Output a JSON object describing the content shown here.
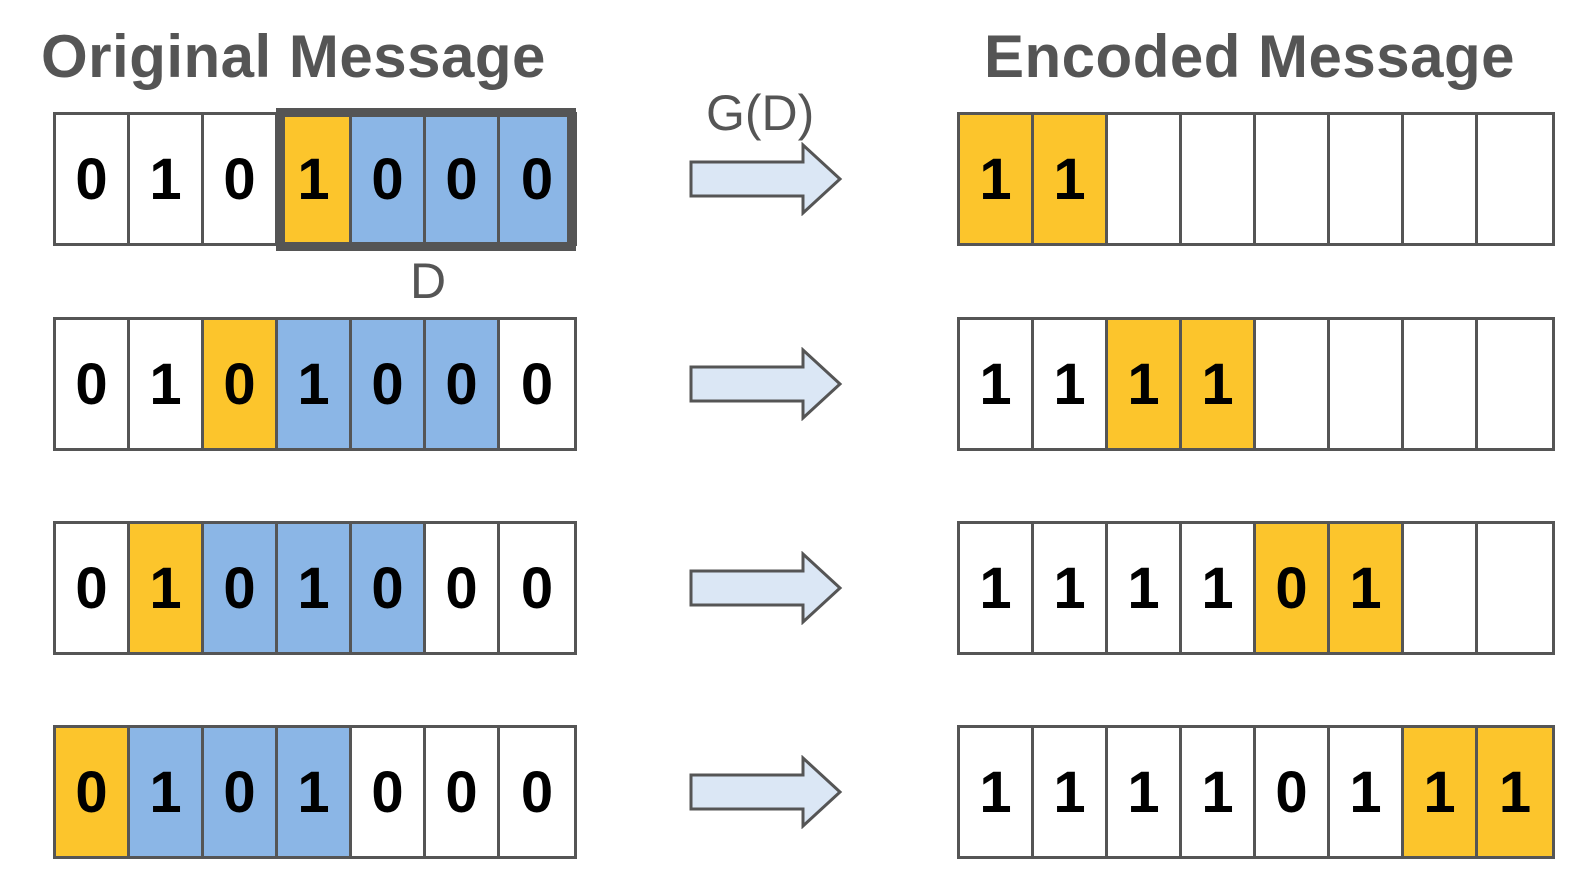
{
  "titles": {
    "original": "Original Message",
    "encoded": "Encoded Message"
  },
  "labels": {
    "window": "D",
    "generator": "G(D)"
  },
  "colors": {
    "highlight": "#fcc52c",
    "window": "#8bb6e6",
    "border": "#555555",
    "arrow_fill": "#dbe7f5"
  },
  "rows": [
    {
      "original": [
        {
          "bit": "0",
          "color": "white"
        },
        {
          "bit": "1",
          "color": "white"
        },
        {
          "bit": "0",
          "color": "white"
        },
        {
          "bit": "1",
          "color": "yellow"
        },
        {
          "bit": "0",
          "color": "blue"
        },
        {
          "bit": "0",
          "color": "blue"
        },
        {
          "bit": "0",
          "color": "blue"
        }
      ],
      "encoded": [
        {
          "bit": "1",
          "color": "yellow"
        },
        {
          "bit": "1",
          "color": "yellow"
        },
        {
          "bit": "",
          "color": "white"
        },
        {
          "bit": "",
          "color": "white"
        },
        {
          "bit": "",
          "color": "white"
        },
        {
          "bit": "",
          "color": "white"
        },
        {
          "bit": "",
          "color": "white"
        },
        {
          "bit": "",
          "color": "white"
        }
      ]
    },
    {
      "original": [
        {
          "bit": "0",
          "color": "white"
        },
        {
          "bit": "1",
          "color": "white"
        },
        {
          "bit": "0",
          "color": "yellow"
        },
        {
          "bit": "1",
          "color": "blue"
        },
        {
          "bit": "0",
          "color": "blue"
        },
        {
          "bit": "0",
          "color": "blue"
        },
        {
          "bit": "0",
          "color": "white"
        }
      ],
      "encoded": [
        {
          "bit": "1",
          "color": "white"
        },
        {
          "bit": "1",
          "color": "white"
        },
        {
          "bit": "1",
          "color": "yellow"
        },
        {
          "bit": "1",
          "color": "yellow"
        },
        {
          "bit": "",
          "color": "white"
        },
        {
          "bit": "",
          "color": "white"
        },
        {
          "bit": "",
          "color": "white"
        },
        {
          "bit": "",
          "color": "white"
        }
      ]
    },
    {
      "original": [
        {
          "bit": "0",
          "color": "white"
        },
        {
          "bit": "1",
          "color": "yellow"
        },
        {
          "bit": "0",
          "color": "blue"
        },
        {
          "bit": "1",
          "color": "blue"
        },
        {
          "bit": "0",
          "color": "blue"
        },
        {
          "bit": "0",
          "color": "white"
        },
        {
          "bit": "0",
          "color": "white"
        }
      ],
      "encoded": [
        {
          "bit": "1",
          "color": "white"
        },
        {
          "bit": "1",
          "color": "white"
        },
        {
          "bit": "1",
          "color": "white"
        },
        {
          "bit": "1",
          "color": "white"
        },
        {
          "bit": "0",
          "color": "yellow"
        },
        {
          "bit": "1",
          "color": "yellow"
        },
        {
          "bit": "",
          "color": "white"
        },
        {
          "bit": "",
          "color": "white"
        }
      ]
    },
    {
      "original": [
        {
          "bit": "0",
          "color": "yellow"
        },
        {
          "bit": "1",
          "color": "blue"
        },
        {
          "bit": "0",
          "color": "blue"
        },
        {
          "bit": "1",
          "color": "blue"
        },
        {
          "bit": "0",
          "color": "white"
        },
        {
          "bit": "0",
          "color": "white"
        },
        {
          "bit": "0",
          "color": "white"
        }
      ],
      "encoded": [
        {
          "bit": "1",
          "color": "white"
        },
        {
          "bit": "1",
          "color": "white"
        },
        {
          "bit": "1",
          "color": "white"
        },
        {
          "bit": "1",
          "color": "white"
        },
        {
          "bit": "0",
          "color": "white"
        },
        {
          "bit": "1",
          "color": "white"
        },
        {
          "bit": "1",
          "color": "yellow"
        },
        {
          "bit": "1",
          "color": "yellow"
        }
      ]
    }
  ]
}
